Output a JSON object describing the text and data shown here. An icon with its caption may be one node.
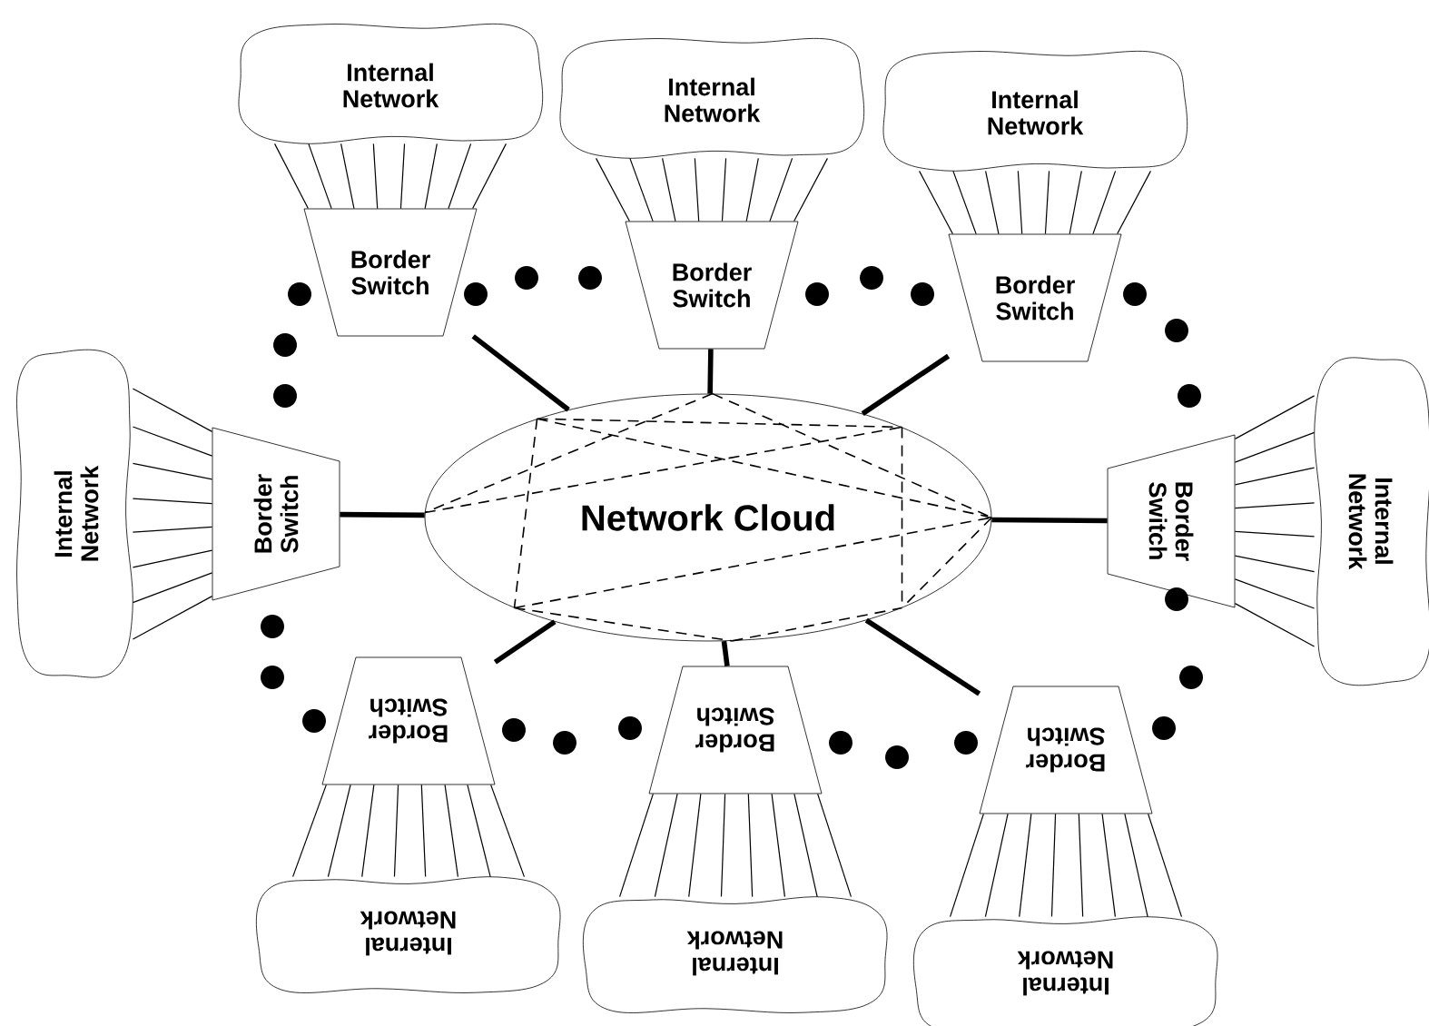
{
  "diagram": {
    "nodes": [
      {
        "text": [
          "Internal Network"
        ]
      },
      {
        "text": [
          "Internal Network"
        ]
      },
      {
        "text": [
          "Internal Network"
        ]
      },
      {
        "text": [
          "Border Switch"
        ]
      },
      {
        "text": [
          "Border Switch"
        ]
      },
      {
        "text": [
          "Border Switch"
        ]
      },
      {
        "text": [
          "Internal Network"
        ]
      },
      {
        "text": [
          "Border Switch"
        ]
      },
      {
        "text": [
          "Network Cloud"
        ]
      },
      {
        "text": [
          "Border Switch"
        ]
      },
      {
        "text": [
          "Internal Network"
        ]
      },
      {
        "text": [
          "Border Switch"
        ]
      },
      {
        "text": [
          "Border Switch"
        ]
      },
      {
        "text": [
          "Border Switch"
        ]
      },
      {
        "text": [
          "Internal Network"
        ]
      },
      {
        "text": [
          "Internal Network"
        ]
      },
      {
        "text": [
          "Internal Network"
        ]
      }
    ],
    "edges": [
      {
        "from": 0,
        "to": 3,
        "arrow": "none"
      },
      {
        "from": 0,
        "to": 3,
        "arrow": "none"
      },
      {
        "from": 0,
        "to": 3,
        "arrow": "none"
      },
      {
        "from": 0,
        "to": 3,
        "arrow": "none"
      },
      {
        "from": 0,
        "to": 3,
        "arrow": "none"
      },
      {
        "from": 0,
        "to": 3,
        "arrow": "none"
      },
      {
        "from": 0,
        "to": 3,
        "arrow": "none"
      },
      {
        "from": 0,
        "to": 3,
        "arrow": "none"
      },
      {
        "from": 1,
        "to": 4,
        "arrow": "none"
      },
      {
        "from": 1,
        "to": 4,
        "arrow": "none"
      },
      {
        "from": 1,
        "to": 4,
        "arrow": "none"
      },
      {
        "from": 1,
        "to": 4,
        "arrow": "none"
      },
      {
        "from": 1,
        "to": 4,
        "arrow": "none"
      },
      {
        "from": 1,
        "to": 4,
        "arrow": "none"
      },
      {
        "from": 1,
        "to": 4,
        "arrow": "none"
      },
      {
        "from": 1,
        "to": 4,
        "arrow": "none"
      },
      {
        "from": 2,
        "to": 5,
        "arrow": "none"
      },
      {
        "from": 2,
        "to": 5,
        "arrow": "none"
      },
      {
        "from": 2,
        "to": 5,
        "arrow": "none"
      },
      {
        "from": 2,
        "to": 5,
        "arrow": "none"
      },
      {
        "from": 2,
        "to": 5,
        "arrow": "none"
      },
      {
        "from": 2,
        "to": 5,
        "arrow": "none"
      },
      {
        "from": 2,
        "to": 5,
        "arrow": "none"
      },
      {
        "from": 2,
        "to": 5,
        "arrow": "none"
      },
      {
        "from": 6,
        "to": 7,
        "arrow": "none"
      },
      {
        "from": 6,
        "to": 7,
        "arrow": "none"
      },
      {
        "from": 6,
        "to": 7,
        "arrow": "none"
      },
      {
        "from": 6,
        "to": 7,
        "arrow": "none"
      },
      {
        "from": 6,
        "to": 7,
        "arrow": "none"
      },
      {
        "from": 6,
        "to": 7,
        "arrow": "none"
      },
      {
        "from": 6,
        "to": 7,
        "arrow": "none"
      },
      {
        "from": 6,
        "to": 7,
        "arrow": "none"
      },
      {
        "from": 10,
        "to": 9,
        "arrow": "none"
      },
      {
        "from": 10,
        "to": 9,
        "arrow": "none"
      },
      {
        "from": 10,
        "to": 9,
        "arrow": "none"
      },
      {
        "from": 10,
        "to": 9,
        "arrow": "none"
      },
      {
        "from": 10,
        "to": 9,
        "arrow": "none"
      },
      {
        "from": 10,
        "to": 9,
        "arrow": "none"
      },
      {
        "from": 10,
        "to": 9,
        "arrow": "none"
      },
      {
        "from": 10,
        "to": 9,
        "arrow": "none"
      },
      {
        "from": 14,
        "to": 11,
        "arrow": "none"
      },
      {
        "from": 14,
        "to": 11,
        "arrow": "none"
      },
      {
        "from": 14,
        "to": 11,
        "arrow": "none"
      },
      {
        "from": 14,
        "to": 11,
        "arrow": "none"
      },
      {
        "from": 14,
        "to": 11,
        "arrow": "none"
      },
      {
        "from": 14,
        "to": 11,
        "arrow": "none"
      },
      {
        "from": 14,
        "to": 11,
        "arrow": "none"
      },
      {
        "from": 14,
        "to": 11,
        "arrow": "none"
      },
      {
        "from": 15,
        "to": 12,
        "arrow": "none"
      },
      {
        "from": 15,
        "to": 12,
        "arrow": "none"
      },
      {
        "from": 15,
        "to": 12,
        "arrow": "none"
      },
      {
        "from": 15,
        "to": 12,
        "arrow": "none"
      },
      {
        "from": 15,
        "to": 12,
        "arrow": "none"
      },
      {
        "from": 15,
        "to": 12,
        "arrow": "none"
      },
      {
        "from": 15,
        "to": 12,
        "arrow": "none"
      },
      {
        "from": 15,
        "to": 12,
        "arrow": "none"
      },
      {
        "from": 16,
        "to": 13,
        "arrow": "none"
      },
      {
        "from": 16,
        "to": 13,
        "arrow": "none"
      },
      {
        "from": 16,
        "to": 13,
        "arrow": "none"
      },
      {
        "from": 16,
        "to": 13,
        "arrow": "none"
      },
      {
        "from": 16,
        "to": 13,
        "arrow": "none"
      },
      {
        "from": 16,
        "to": 13,
        "arrow": "none"
      },
      {
        "from": 16,
        "to": 13,
        "arrow": "none"
      },
      {
        "from": 16,
        "to": 13,
        "arrow": "none"
      },
      {
        "from": 3,
        "to": 8,
        "arrow": "none",
        "style": "thick"
      },
      {
        "from": 4,
        "to": 8,
        "arrow": "none",
        "style": "thick"
      },
      {
        "from": 5,
        "to": 8,
        "arrow": "none",
        "style": "thick"
      },
      {
        "from": 7,
        "to": 8,
        "arrow": "none",
        "style": "thick"
      },
      {
        "from": 9,
        "to": 8,
        "arrow": "none",
        "style": "thick"
      },
      {
        "from": 11,
        "to": 8,
        "arrow": "none",
        "style": "thick"
      },
      {
        "from": 12,
        "to": 8,
        "arrow": "none",
        "style": "thick"
      },
      {
        "from": 13,
        "to": 8,
        "arrow": "none",
        "style": "thick"
      }
    ]
  }
}
